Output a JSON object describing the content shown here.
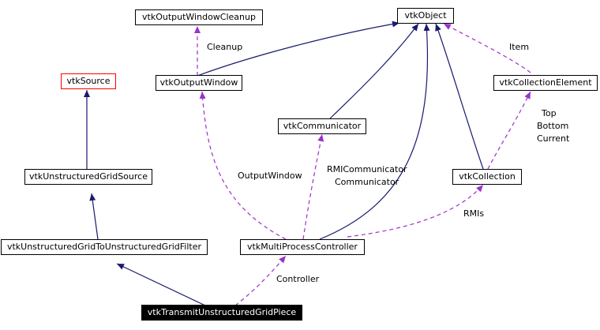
{
  "colors": {
    "inherit": "#191970",
    "use": "#9a32cd",
    "highlight_border": "#ff0000"
  },
  "nodes": {
    "vtkObject": "vtkObject",
    "vtkOutputWindowCleanup": "vtkOutputWindowCleanup",
    "vtkSource": "vtkSource",
    "vtkOutputWindow": "vtkOutputWindow",
    "vtkCollectionElement": "vtkCollectionElement",
    "vtkCommunicator": "vtkCommunicator",
    "vtkUnstructuredGridSource": "vtkUnstructuredGridSource",
    "vtkCollection": "vtkCollection",
    "vtkUnstructuredGridToUnstructuredGridFilter": "vtkUnstructuredGridToUnstructuredGridFilter",
    "vtkMultiProcessController": "vtkMultiProcessController",
    "vtkTransmitUnstructuredGridPiece": "vtkTransmitUnstructuredGridPiece"
  },
  "edge_labels": {
    "cleanup": "Cleanup",
    "item": "Item",
    "top": "Top",
    "bottom": "Bottom",
    "current": "Current",
    "output_window": "OutputWindow",
    "rmi_communicator": "RMICommunicator",
    "communicator": "Communicator",
    "rmis": "RMIs",
    "controller": "Controller"
  }
}
